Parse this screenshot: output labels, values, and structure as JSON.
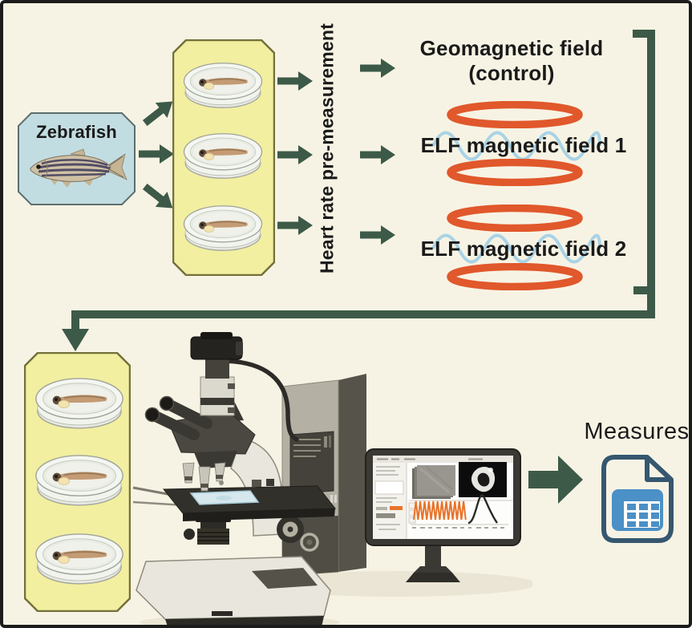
{
  "labels": {
    "zebrafish": "Zebrafish",
    "heart_rate": "Heart rate pre-measurement",
    "condition_control_line1": "Geomagnetic field",
    "condition_control_line2": "(control)",
    "condition_elf1": "ELF magnetic field 1",
    "condition_elf2": "ELF magnetic field 2",
    "measures": "Measures"
  },
  "colors": {
    "background": "#f7f3e4",
    "frame_border": "#1c1c1c",
    "arrow_green": "#3d5a48",
    "coil_orange": "#e0582b",
    "wave_blue": "#a9d3e6",
    "zebrafish_box_fill": "#c2dde2",
    "zebrafish_box_border": "#5d6e6d",
    "dish_box_fill": "#f2efa0",
    "dish_box_border": "#73713c",
    "document_icon_outline": "#35576f",
    "document_icon_table": "#4b90c6",
    "heartbeat_waveform_orange": "#e8742a"
  },
  "icons": {
    "zebrafish_illustration": "adult zebrafish with dark horizontal stripes",
    "petri_dish": "petri dish containing zebrafish larva",
    "magnetic_coil": "orange coil ring (Helmholtz pair)",
    "sine_wave": "light blue ELF sine wave",
    "block_arrow": "dark green flow arrow",
    "bracket_connector": "bracket gathering conditions, routed to exposed dishes",
    "microscope_with_camera": "trinocular microscope with mounted camera",
    "computer_tower": "desktop computer tower",
    "monitor_heartbeat_software": "monitor showing larva video, heart segmentation and heartbeat trace",
    "spreadsheet_document": "document icon with blue data table"
  }
}
